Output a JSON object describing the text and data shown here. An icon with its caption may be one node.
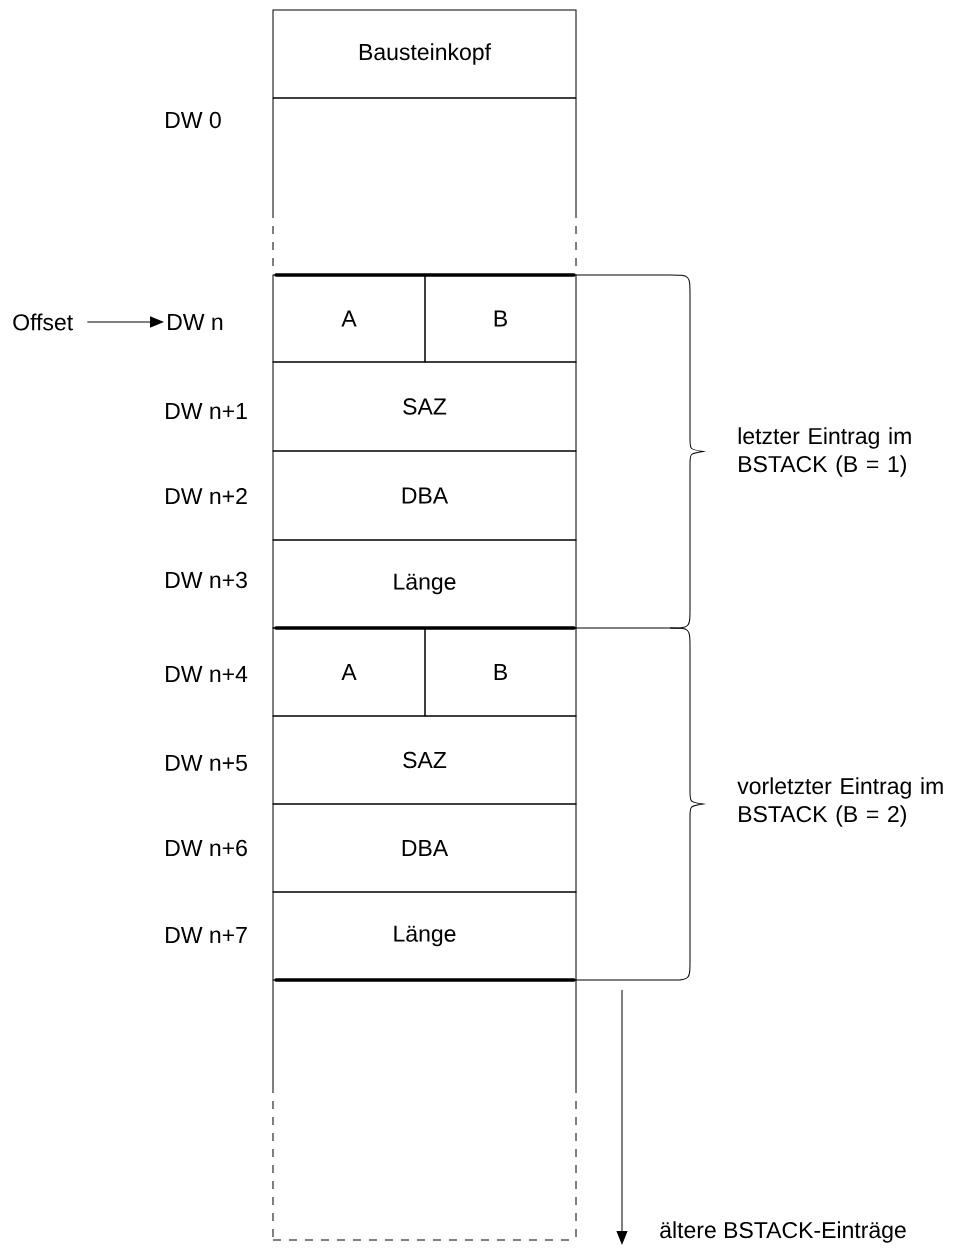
{
  "diagram": {
    "nodes": [
      {
        "text": [
          "Bausteinkopf"
        ]
      },
      {
        "text": [
          "Offset"
        ]
      },
      {
        "text": [
          "DW n"
        ]
      },
      {
        "text": [
          "A"
        ]
      },
      {
        "text": [
          "B"
        ]
      },
      {
        "text": [
          "SAZ"
        ]
      },
      {
        "text": [
          "DBA"
        ]
      },
      {
        "text": [
          "Länge"
        ]
      },
      {
        "text": [
          "A"
        ]
      },
      {
        "text": [
          "B"
        ]
      },
      {
        "text": [
          "SAZ"
        ]
      },
      {
        "text": [
          "DBA"
        ]
      },
      {
        "text": [
          "Länge"
        ]
      },
      {
        "text": [
          "ältere BSTACK-Einträge"
        ]
      }
    ],
    "edges": [
      {
        "from": 1,
        "to": 2,
        "arrow": "to"
      },
      {
        "from": null,
        "to": 13,
        "arrow": "to"
      }
    ],
    "labels": [
      "DW 0",
      "DW n+1",
      "letzter Eintrag im BSTACK (B = 1)",
      "DW n+2",
      "DW n+3",
      "DW n+4",
      "DW n+5",
      "vorletzter Eintrag im BSTACK (B = 2)",
      "DW n+6",
      "DW n+7"
    ]
  }
}
